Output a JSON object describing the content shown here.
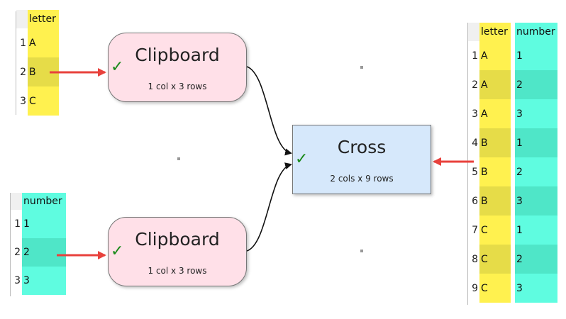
{
  "input_table_1": {
    "header": "letter",
    "rows": [
      {
        "index": "1",
        "letter": "A"
      },
      {
        "index": "2",
        "letter": "B"
      },
      {
        "index": "3",
        "letter": "C"
      }
    ]
  },
  "input_table_2": {
    "header": "number",
    "rows": [
      {
        "index": "1",
        "number": "1"
      },
      {
        "index": "2",
        "number": "2"
      },
      {
        "index": "3",
        "number": "3"
      }
    ]
  },
  "node_clipboard_1": {
    "title": "Clipboard",
    "subtitle": "1 col x 3 rows"
  },
  "node_clipboard_2": {
    "title": "Clipboard",
    "subtitle": "1 col x 3 rows"
  },
  "node_cross": {
    "title": "Cross",
    "subtitle": "2 cols x 9 rows"
  },
  "output_table": {
    "headers": [
      "letter",
      "number"
    ],
    "rows": [
      {
        "index": "1",
        "letter": "A",
        "number": "1"
      },
      {
        "index": "2",
        "letter": "A",
        "number": "2"
      },
      {
        "index": "3",
        "letter": "A",
        "number": "3"
      },
      {
        "index": "4",
        "letter": "B",
        "number": "1"
      },
      {
        "index": "5",
        "letter": "B",
        "number": "2"
      },
      {
        "index": "6",
        "letter": "B",
        "number": "3"
      },
      {
        "index": "7",
        "letter": "C",
        "number": "1"
      },
      {
        "index": "8",
        "letter": "C",
        "number": "2"
      },
      {
        "index": "9",
        "letter": "C",
        "number": "3"
      }
    ]
  },
  "check_glyph": "✓",
  "colors": {
    "letter_col": "#fff14f",
    "number_col": "#5ffce0",
    "clipboard_node": "#ffe0e8",
    "cross_node": "#d6e8fb",
    "arrow_red": "#e8413c",
    "check_green": "#1a8a1a"
  }
}
